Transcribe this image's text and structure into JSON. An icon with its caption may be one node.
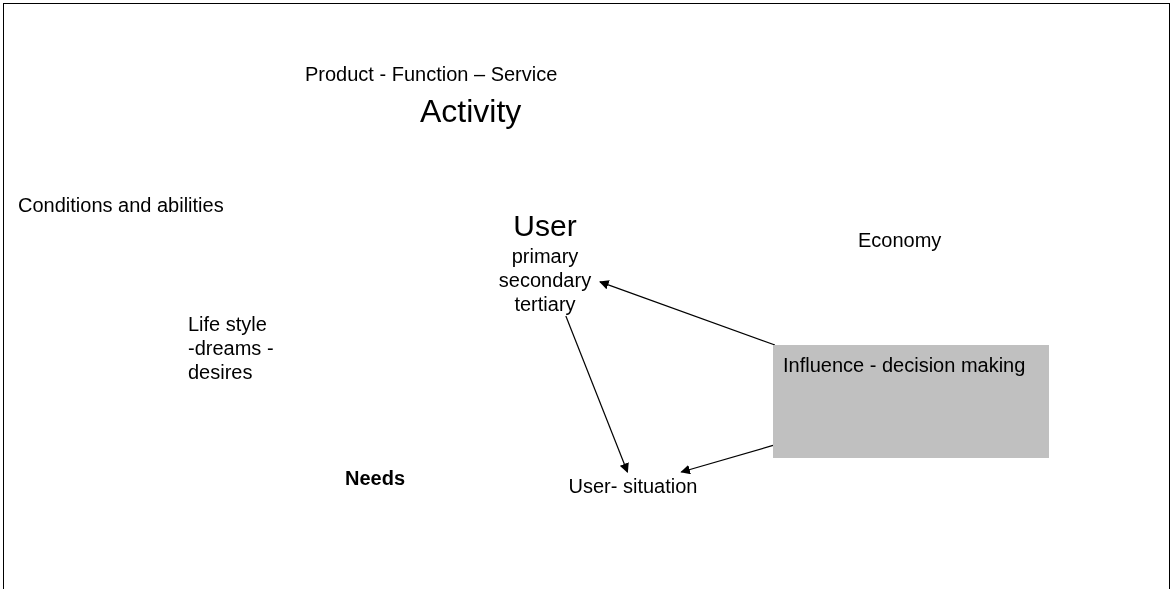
{
  "diagram": {
    "nodes": [
      {
        "text": [
          "User",
          "primary secondary tertiary"
        ]
      },
      {
        "text": [
          "Influence - decision making"
        ]
      },
      {
        "text": [
          "User- situation"
        ]
      }
    ],
    "edges": [
      {
        "from": 1,
        "to": 0,
        "arrow": "to"
      },
      {
        "from": 0,
        "to": 2,
        "arrow": "to"
      },
      {
        "from": 1,
        "to": 2,
        "arrow": "to"
      }
    ],
    "labels": [
      "Product - Function – Service",
      "Activity",
      "Conditions and abilities",
      "Economy",
      "Life style -dreams -desires",
      "Needs"
    ]
  }
}
